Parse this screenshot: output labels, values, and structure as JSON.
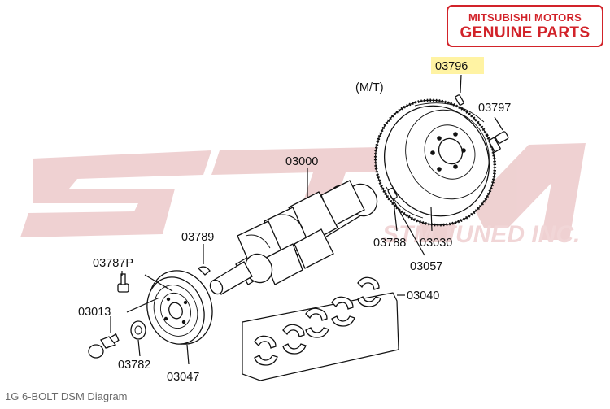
{
  "badge": {
    "line1": "MITSUBISHI MOTORS",
    "line2": "GENUINE PARTS",
    "color": "#d2232a"
  },
  "watermark": {
    "tagline": "STM TUNED INC.",
    "color": "#e9c3c4"
  },
  "highlight_color": "#fff3a3",
  "caption": "1G 6-BOLT DSM Diagram",
  "transmission_note": "(M/T)",
  "parts": {
    "flywheel_bolt_dowel": "03796",
    "flywheel_bolt": "03797",
    "crankshaft": "03000",
    "key_woodruff": "03789",
    "pilot_bushing": "03788",
    "flywheel": "03030",
    "ring_gear": "03057",
    "bearing_set": "03040",
    "pulley_bolt_p": "03787P",
    "crank_bolt": "03013",
    "washer": "03782",
    "damper_pulley": "03047"
  }
}
